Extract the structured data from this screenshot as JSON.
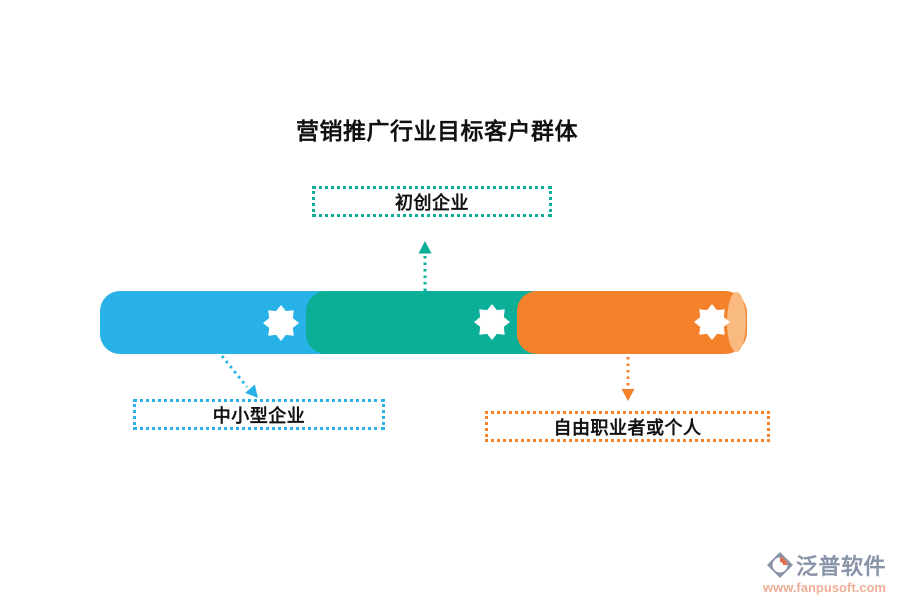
{
  "title": "营销推广行业目标客户群体",
  "nodes": {
    "top": {
      "label": "初创企业"
    },
    "bottom_left": {
      "label": "中小型企业"
    },
    "bottom_right": {
      "label": "自由职业者或个人"
    }
  },
  "bar": {
    "segment_icon": "starburst-icon",
    "segments": [
      {
        "id": "blue"
      },
      {
        "id": "green"
      },
      {
        "id": "orange"
      }
    ]
  },
  "colors": {
    "blue": "#29B2E8",
    "green": "#0BAE96",
    "orange": "#F5822B",
    "cap": "#F9BA82",
    "star": "#FFFFFF",
    "text": "#111111",
    "watermark_text": "#8A94A8",
    "watermark_url": "#EFAE96",
    "watermark_accent": "#E0714E"
  },
  "watermark": {
    "brand": "泛普软件",
    "url": "www.fanpusoft.com"
  }
}
